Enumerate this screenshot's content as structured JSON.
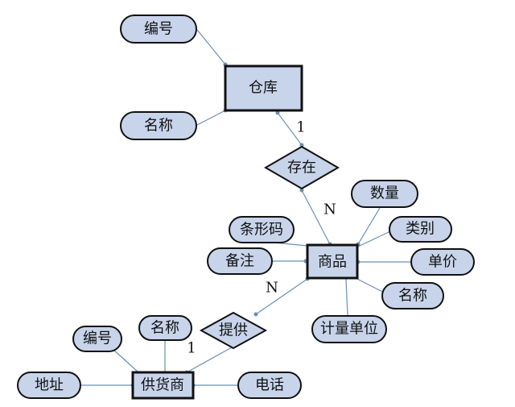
{
  "entities": {
    "warehouse": "仓库",
    "goods": "商品",
    "supplier": "供货商"
  },
  "relationships": {
    "store": "存在",
    "provide": "提供"
  },
  "attributes": {
    "warehouse_id": "编号",
    "warehouse_name": "名称",
    "goods_qty": "数量",
    "goods_barcode": "条形码",
    "goods_category": "类别",
    "goods_note": "备注",
    "goods_price": "单价",
    "goods_name": "名称",
    "goods_unit": "计量单位",
    "supplier_id": "编号",
    "supplier_name": "名称",
    "supplier_address": "地址",
    "supplier_phone": "电话"
  },
  "cardinalities": {
    "warehouse_store": "1",
    "goods_store": "N",
    "goods_provide": "N",
    "supplier_provide": "1"
  }
}
